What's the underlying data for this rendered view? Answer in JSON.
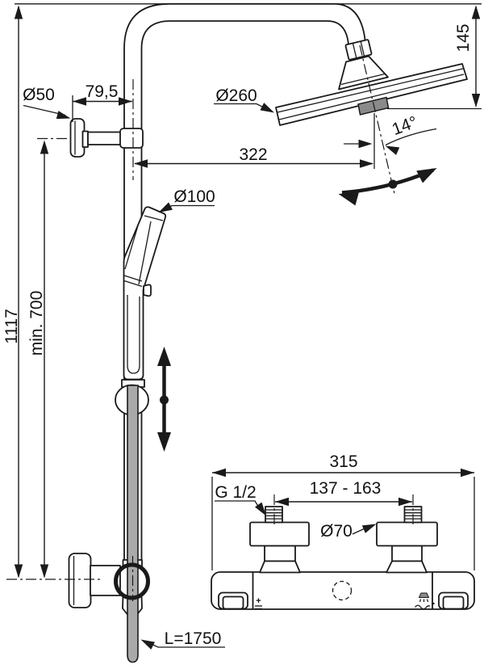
{
  "drawing": {
    "labels": {
      "total_height": "1117",
      "min_height": "min. 700",
      "flange_diameter": "Ø50",
      "wall_offset": "79,5",
      "rain_head_diameter": "Ø260",
      "head_drop": "145",
      "head_tilt": "14°",
      "head_reach": "322",
      "hand_shower_diameter": "Ø100",
      "mixer_width": "315",
      "inlet_spacing": "137 - 163",
      "inlet_thread": "G 1/2",
      "rosette_diameter": "Ø70",
      "hose_length": "L=1750",
      "temp_plus": "+",
      "temp_minus": "-"
    },
    "colors": {
      "background": "#ffffff",
      "line": "#1a1a1a",
      "hose_fill": "#a9a9a9",
      "nozzle_fill": "#8a8a8a"
    }
  }
}
